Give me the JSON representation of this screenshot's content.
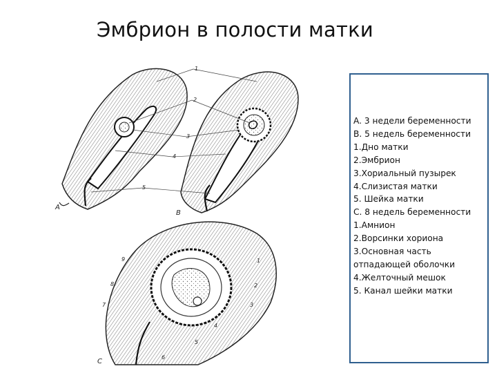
{
  "title": "Эмбрион в полости матки",
  "legend": [
    "A. 3 недели беременности",
    "B. 5 недель беременности",
    "1.Дно матки",
    "2.Эмбрион",
    "3.Хориальный пузырек",
    "4.Слизистая матки",
    "5.    Шейка матки",
    "C. 8 недель беременности",
    "1.Амнион",
    "2.Ворсинки хориона",
    "3.Основная часть",
    "отпадающей оболочки",
    "4.Желточный мешок",
    "5.    Канал шейки матки"
  ],
  "figure": {
    "panel_letters": [
      "A",
      "B",
      "C"
    ],
    "labels_ab": [
      "1",
      "2",
      "3",
      "4",
      "5"
    ],
    "labels_c_left": [
      "9",
      "8",
      "7"
    ],
    "labels_c_right": [
      "1",
      "2",
      "3",
      "4",
      "5",
      "6"
    ]
  }
}
